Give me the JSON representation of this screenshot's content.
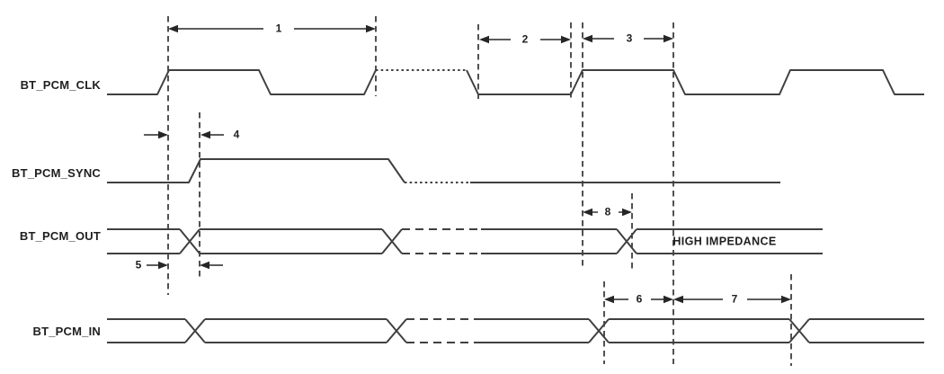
{
  "signals": [
    {
      "name": "BT_PCM_CLK"
    },
    {
      "name": "BT_PCM_SYNC"
    },
    {
      "name": "BT_PCM_OUT"
    },
    {
      "name": "BT_PCM_IN"
    }
  ],
  "annotations": [
    {
      "label": "1"
    },
    {
      "label": "2"
    },
    {
      "label": "3"
    },
    {
      "label": "4"
    },
    {
      "label": "5"
    },
    {
      "label": "6"
    },
    {
      "label": "7"
    },
    {
      "label": "8"
    }
  ],
  "impedance_label": "HIGH IMPEDANCE",
  "colors": {
    "waveform": "#404040",
    "guides": "#262626",
    "text": "#1f1f1f",
    "background": "#ffffff"
  }
}
